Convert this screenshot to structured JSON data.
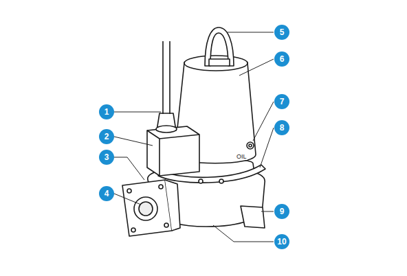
{
  "diagram": {
    "labels": [
      "1",
      "2",
      "3",
      "4",
      "5",
      "6",
      "7",
      "8",
      "9",
      "10",
      "OIL"
    ]
  }
}
